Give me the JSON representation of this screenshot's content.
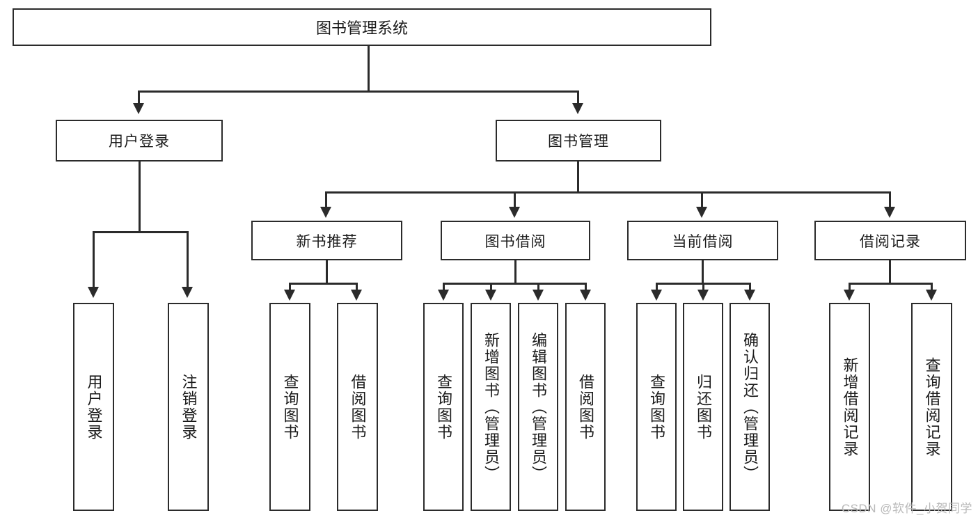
{
  "diagram": {
    "title": "图书管理系统",
    "type": "tree-hierarchy-diagram",
    "root": {
      "label": "图书管理系统"
    },
    "level1": [
      {
        "label": "用户登录"
      },
      {
        "label": "图书管理"
      }
    ],
    "level2": [
      {
        "label": "新书推荐"
      },
      {
        "label": "图书借阅"
      },
      {
        "label": "当前借阅"
      },
      {
        "label": "借阅记录"
      }
    ],
    "leaves": {
      "user_login": [
        {
          "label": "用户登录"
        },
        {
          "label": "注销登录"
        }
      ],
      "new_book_recommend": [
        {
          "label": "查询图书"
        },
        {
          "label": "借阅图书"
        }
      ],
      "book_borrow": [
        {
          "label": "查询图书"
        },
        {
          "label": "新增图书（管理员）"
        },
        {
          "label": "编辑图书（管理员）"
        },
        {
          "label": "借阅图书"
        }
      ],
      "current_borrow": [
        {
          "label": "查询图书"
        },
        {
          "label": "归还图书"
        },
        {
          "label": "确认归还（管理员）"
        }
      ],
      "borrow_record": [
        {
          "label": "新增借阅记录"
        },
        {
          "label": "查询借阅记录"
        }
      ]
    }
  },
  "watermark": {
    "text": "CSDN @软件_小贺同学"
  },
  "colors": {
    "stroke": "#2b2b2b",
    "text": "#1a1a1a",
    "background": "#ffffff",
    "watermark": "#b9b9b9"
  }
}
